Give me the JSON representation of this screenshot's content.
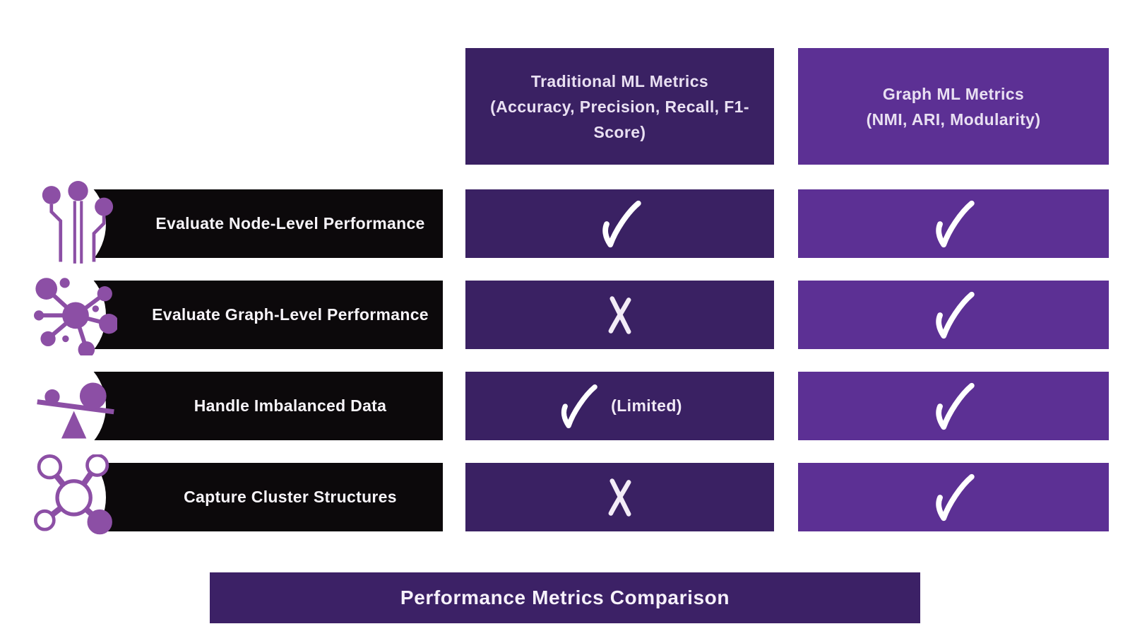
{
  "colors": {
    "traditional_column": "#3a2163",
    "graph_column": "#5c3094",
    "row_bar": "#0c090b",
    "icon_purple": "#8c4fa5",
    "footer_bar": "#3c2166",
    "text_light": "#f7f4f9"
  },
  "header": {
    "col1": {
      "title": "Traditional ML Metrics",
      "subtitle": "(Accuracy, Precision, Recall, F1-Score)"
    },
    "col2": {
      "title": "Graph ML Metrics",
      "subtitle": "(NMI, ARI, Modularity)"
    }
  },
  "rows": [
    {
      "label": "Evaluate Node-Level Performance",
      "icon": "node-pins-icon",
      "traditional": "check",
      "traditional_note": "",
      "graph": "check"
    },
    {
      "label": "Evaluate Graph-Level Performance",
      "icon": "network-graph-icon",
      "traditional": "cross",
      "traditional_note": "",
      "graph": "check"
    },
    {
      "label": "Handle Imbalanced Data",
      "icon": "imbalance-scale-icon",
      "traditional": "check",
      "traditional_note": "(Limited)",
      "graph": "check"
    },
    {
      "label": "Capture Cluster Structures",
      "icon": "cluster-nodes-icon",
      "traditional": "cross",
      "traditional_note": "",
      "graph": "check"
    }
  ],
  "footer": {
    "title": "Performance Metrics Comparison"
  },
  "marks": {
    "check_meaning": "supported",
    "cross_meaning": "not supported"
  }
}
